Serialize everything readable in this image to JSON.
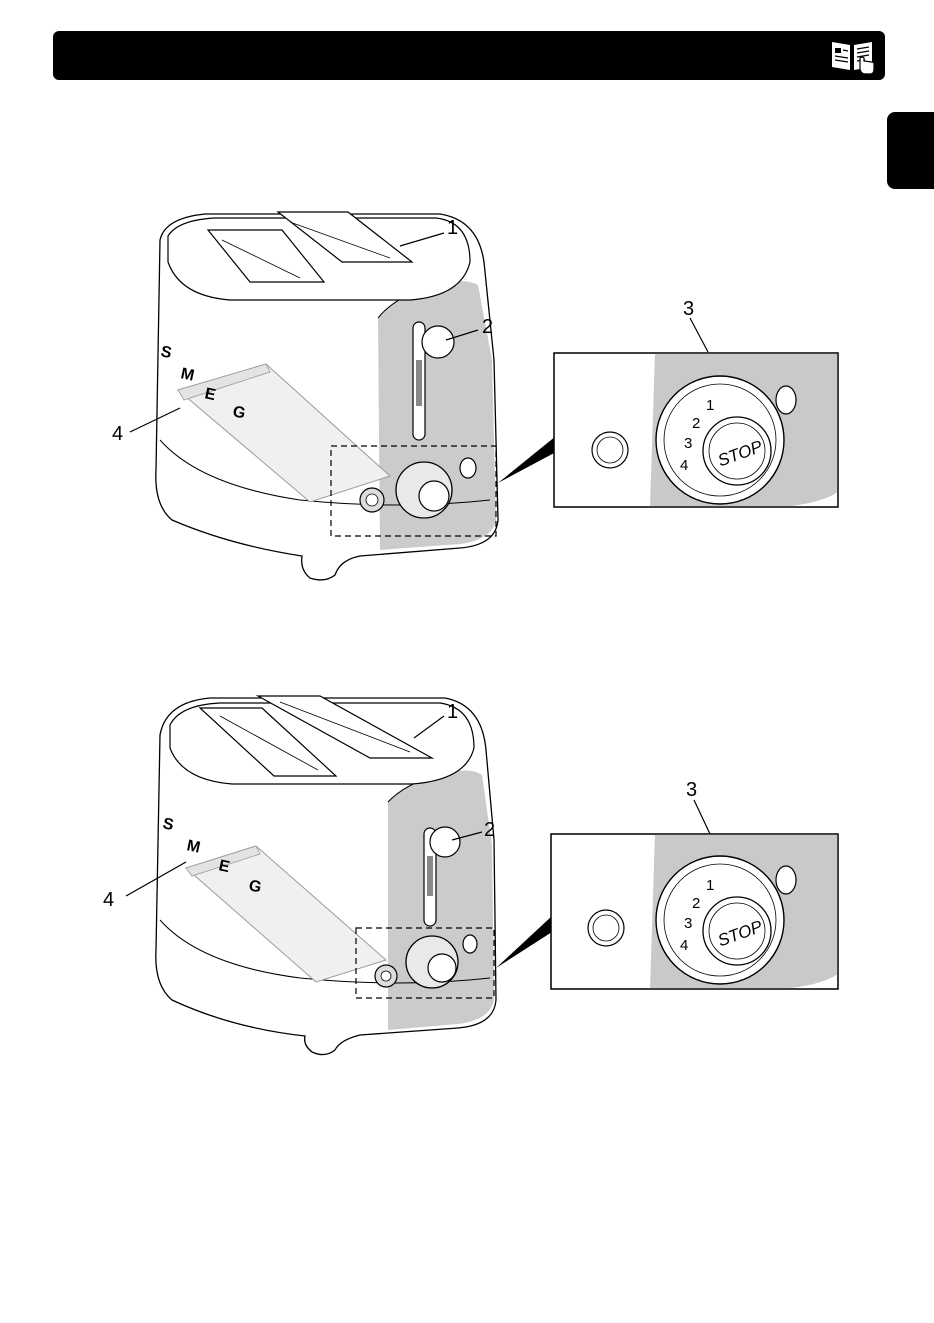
{
  "header": {
    "icon": "open-manual-with-hand-icon"
  },
  "figures": [
    {
      "callouts": {
        "c1": "1",
        "c2": "2",
        "c3": "3",
        "c4": "4"
      },
      "brand_letters": [
        "S",
        "M",
        "E",
        "G"
      ],
      "dial_button": "STOP",
      "dial_scale": [
        "4",
        "3",
        "2",
        "1"
      ]
    },
    {
      "callouts": {
        "c1": "1",
        "c2": "2",
        "c3": "3",
        "c4": "4"
      },
      "brand_letters": [
        "S",
        "M",
        "E",
        "G"
      ],
      "dial_button": "STOP",
      "dial_scale": [
        "4",
        "3",
        "2",
        "1"
      ]
    }
  ],
  "colors": {
    "header": "#000000",
    "shade": "#c9c9c9",
    "line": "#000000"
  }
}
